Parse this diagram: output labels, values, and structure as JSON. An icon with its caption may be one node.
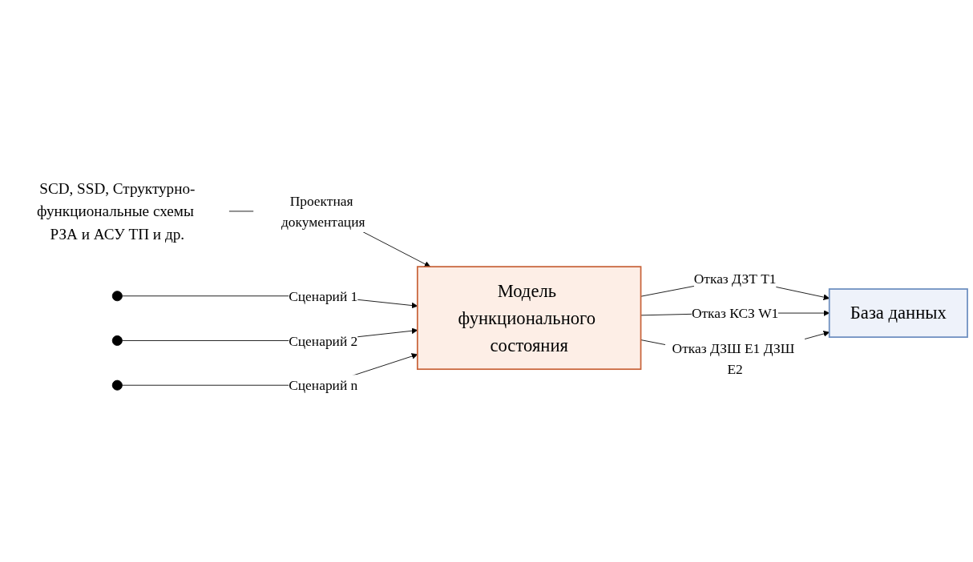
{
  "diagram": {
    "nodes": [
      {
        "text": [
          "SCD, SSD, Структурно-функциональные схемы РЗА и АСУ ТП и др."
        ]
      },
      {
        "text": [
          "Модель функционального состояния"
        ]
      },
      {
        "text": [
          "База данных"
        ]
      }
    ],
    "edges": [
      {
        "from": 0,
        "to": 1,
        "arrow": "to",
        "label": "Проектная документация"
      },
      {
        "from": null,
        "to": 1,
        "arrow": "to",
        "label": "Сценарий 1"
      },
      {
        "from": null,
        "to": 1,
        "arrow": "to",
        "label": "Сценарий 2"
      },
      {
        "from": null,
        "to": 1,
        "arrow": "to",
        "label": "Сценарий n"
      },
      {
        "from": 1,
        "to": 2,
        "arrow": "to",
        "label": "Отказ ДЗТ Т1"
      },
      {
        "from": 1,
        "to": 2,
        "arrow": "to",
        "label": "Отказ КСЗ W1"
      },
      {
        "from": 1,
        "to": 2,
        "arrow": "to",
        "label": "Отказ ДЗШ Е1 ДЗШ Е2"
      }
    ]
  }
}
